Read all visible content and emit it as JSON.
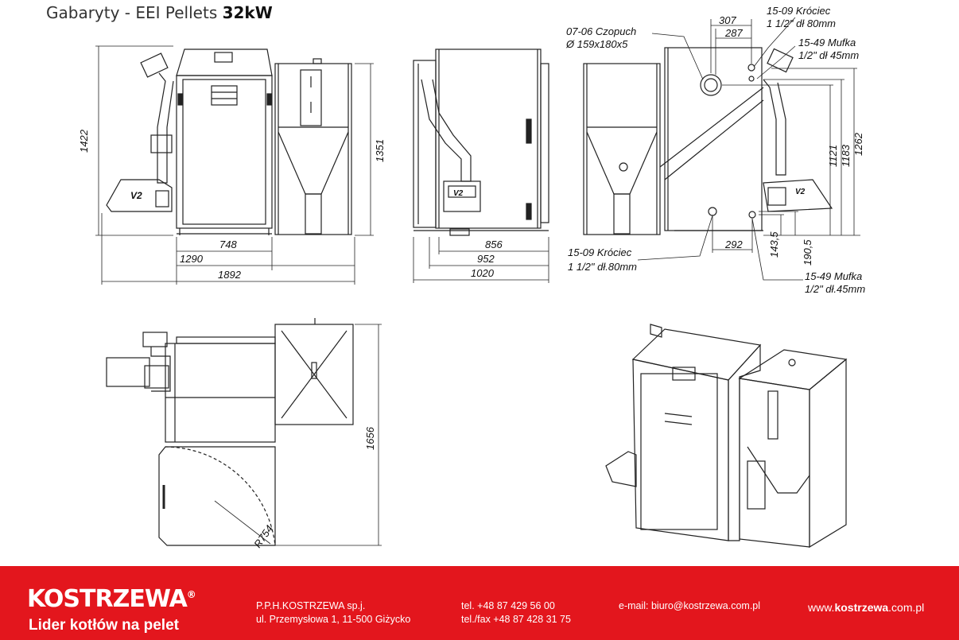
{
  "header": {
    "title_prefix": "Gabaryty - EEI Pellets ",
    "title_power": "32kW"
  },
  "front_view": {
    "height_total": "1422",
    "height_hopper": "1351",
    "width_a": "748",
    "width_b": "1290",
    "width_total": "1892"
  },
  "side_view": {
    "depth_a": "856",
    "depth_b": "952",
    "depth_total": "1020"
  },
  "rear_view": {
    "dim_307": "307",
    "dim_287": "287",
    "dim_1121": "1121",
    "dim_1183": "1183",
    "dim_1262": "1262",
    "dim_292": "292",
    "dim_143_5": "143,5",
    "dim_190_5": "190,5",
    "flue_label": "07-06 Czopuch",
    "flue_size": "Ø 159x180x5",
    "outlet_top_code": "15-09 Króciec",
    "outlet_top_size": "1 1/2\" dł 80mm",
    "socket_top_code": "15-49 Mufka",
    "socket_top_size": "1/2\" dł 45mm",
    "outlet_bottom_code": "15-09 Króciec",
    "outlet_bottom_size": "1 1/2\" dł.80mm",
    "socket_bottom_code": "15-49 Mufka",
    "socket_bottom_size": "1/2\" dł.45mm"
  },
  "top_view": {
    "depth_total": "1656",
    "door_radius": "R754"
  },
  "footer": {
    "brand": "KOSTRZEWA",
    "registered": "®",
    "tagline": "Lider kotłów na pelet",
    "company": "P.P.H.KOSTRZEWA sp.j.",
    "address": "ul. Przemysłowa 1, 11-500 Giżycko",
    "tel": "tel. +48 87 429 56 00",
    "fax": "tel./fax +48 87 428 31 75",
    "email": "e-mail: biuro@kostrzewa.com.pl",
    "www_prefix": "www.",
    "www_brand": "kostrzewa",
    "www_suffix": ".com.pl"
  },
  "colors": {
    "footer_bg": "#e3161d",
    "line": "#222222"
  }
}
